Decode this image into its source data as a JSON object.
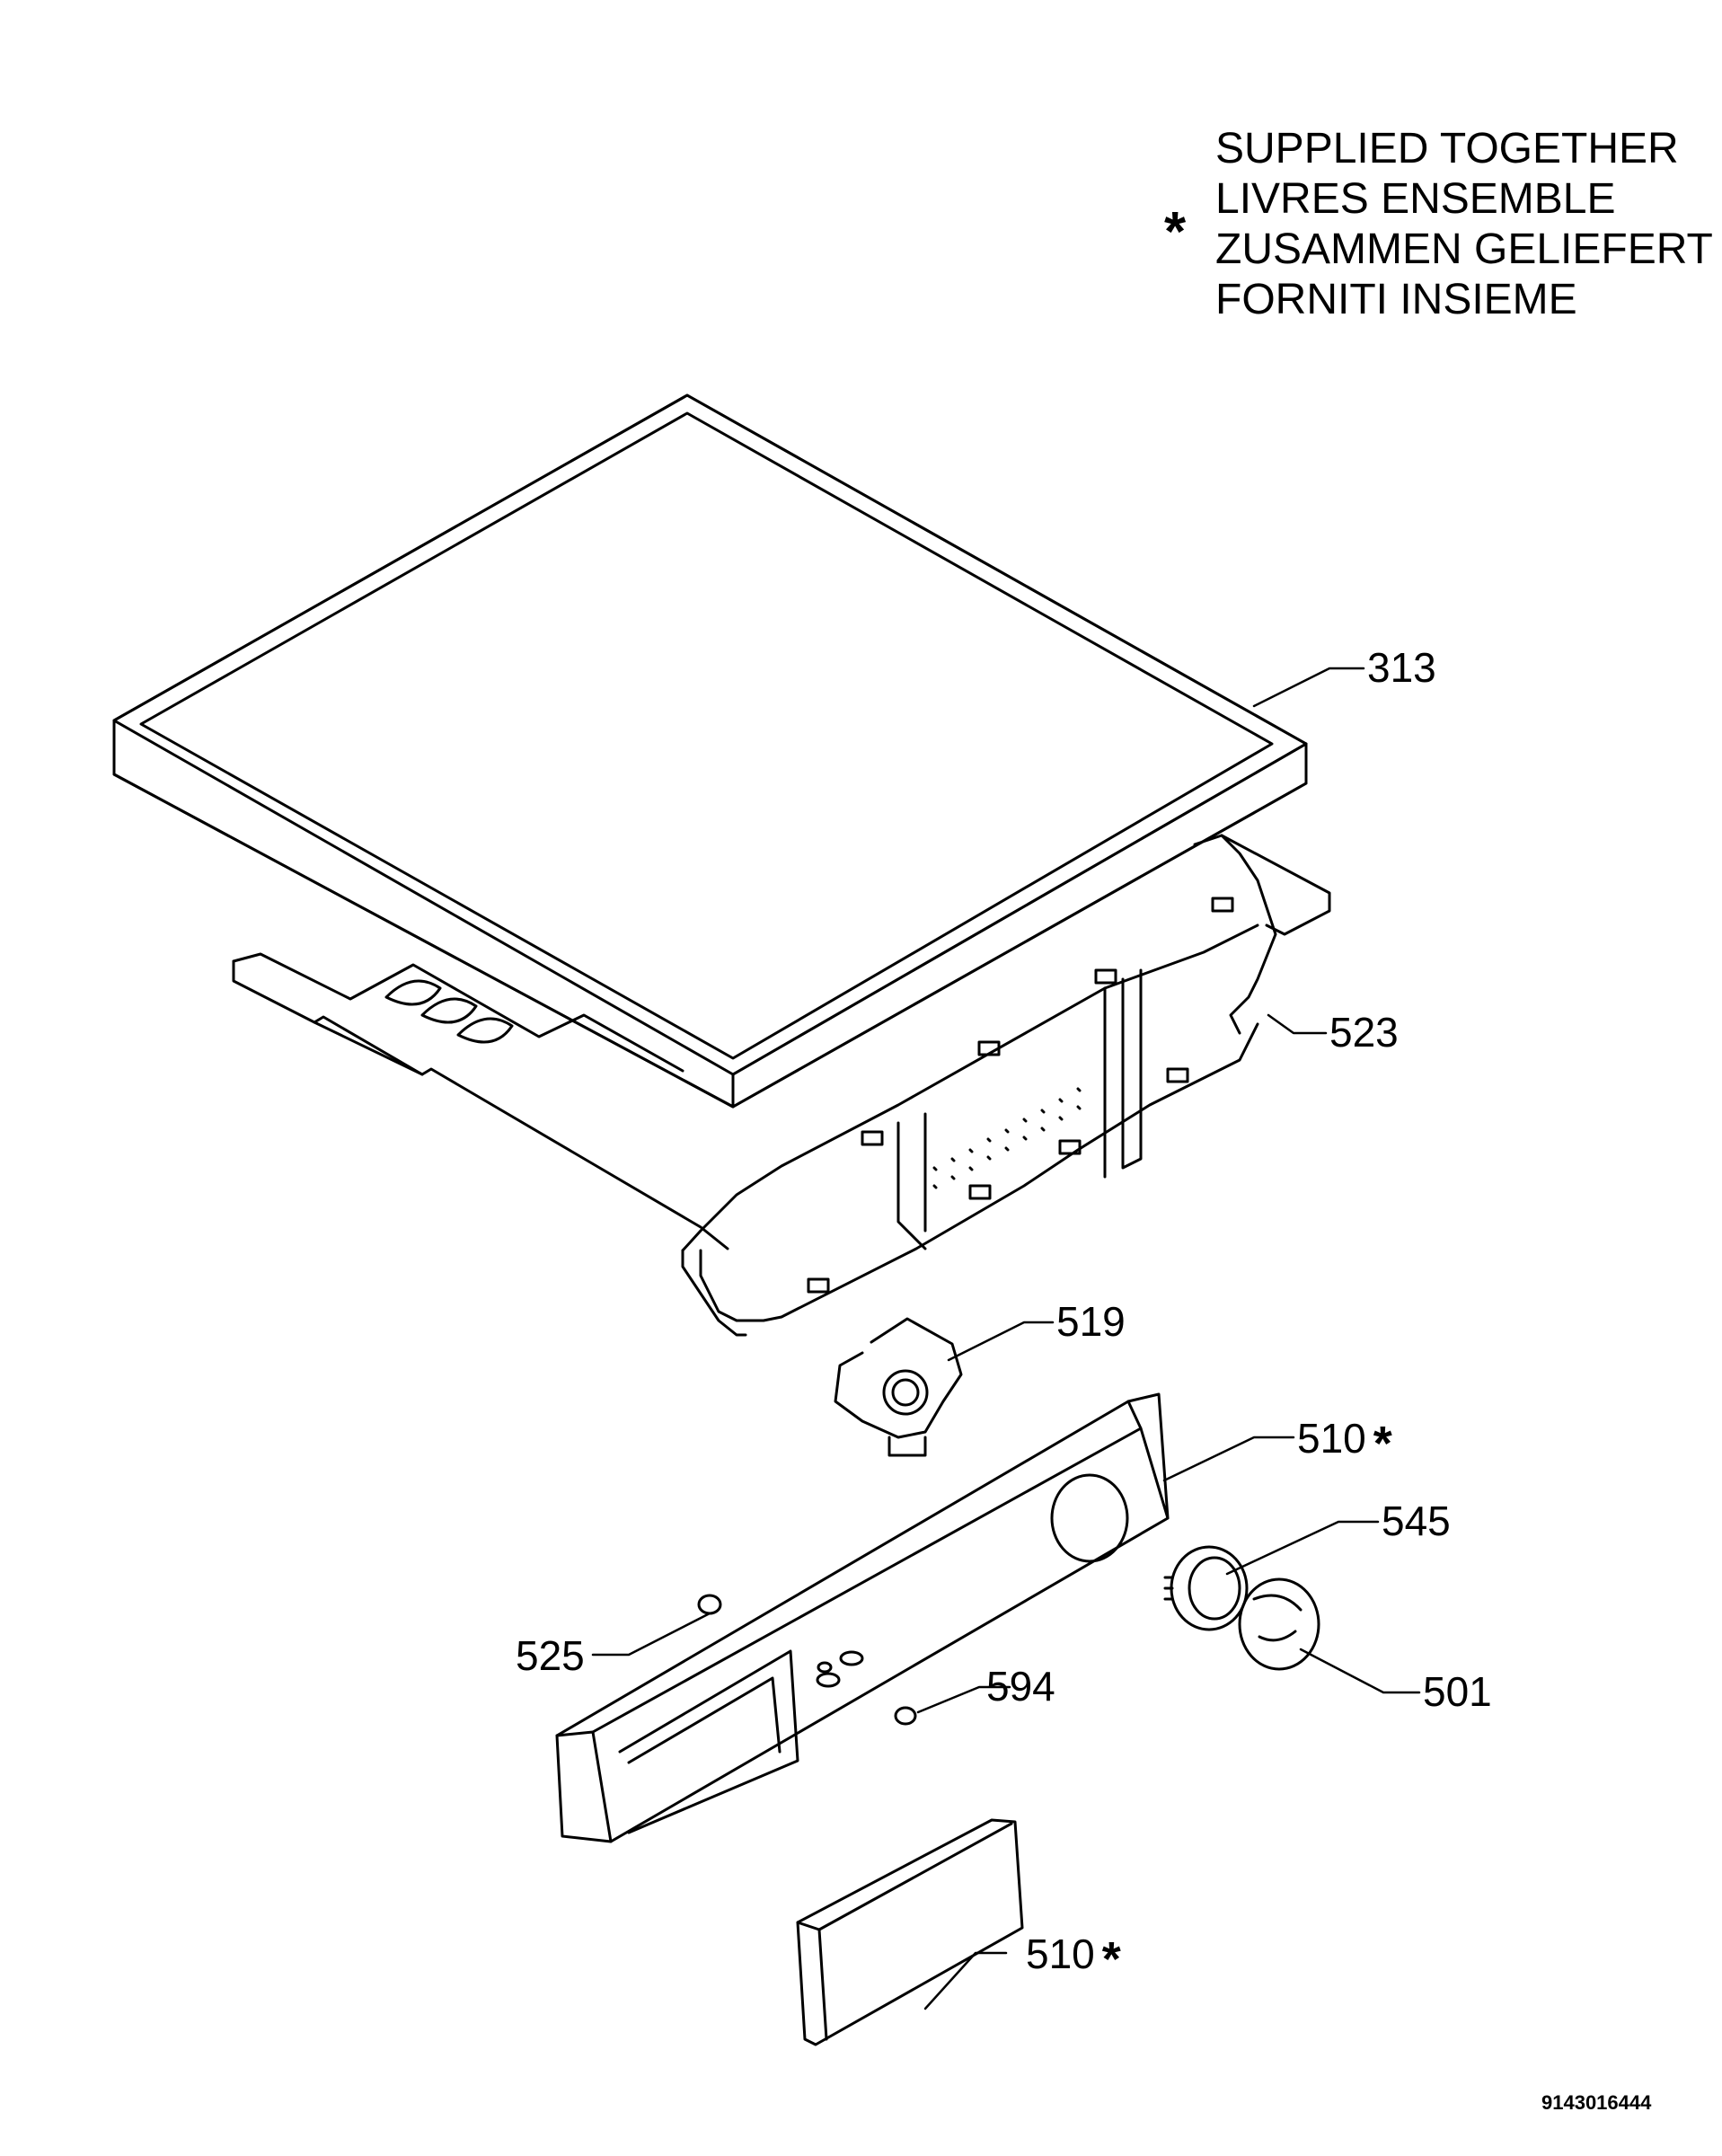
{
  "legend": {
    "symbol": "*",
    "lines": [
      "SUPPLIED TOGETHER",
      "LIVRES ENSEMBLE",
      "ZUSAMMEN GELIEFERT",
      "FORNITI INSIEME"
    ]
  },
  "parts": [
    {
      "id": "313",
      "label": "313",
      "starred": false
    },
    {
      "id": "523",
      "label": "523",
      "starred": false
    },
    {
      "id": "519",
      "label": "519",
      "starred": false
    },
    {
      "id": "510a",
      "label": "510",
      "starred": true
    },
    {
      "id": "545",
      "label": "545",
      "starred": false
    },
    {
      "id": "525",
      "label": "525",
      "starred": false
    },
    {
      "id": "501",
      "label": "501",
      "starred": false
    },
    {
      "id": "594",
      "label": "594",
      "starred": false
    },
    {
      "id": "510b",
      "label": "510",
      "starred": true
    }
  ],
  "document_number": "9143016444"
}
